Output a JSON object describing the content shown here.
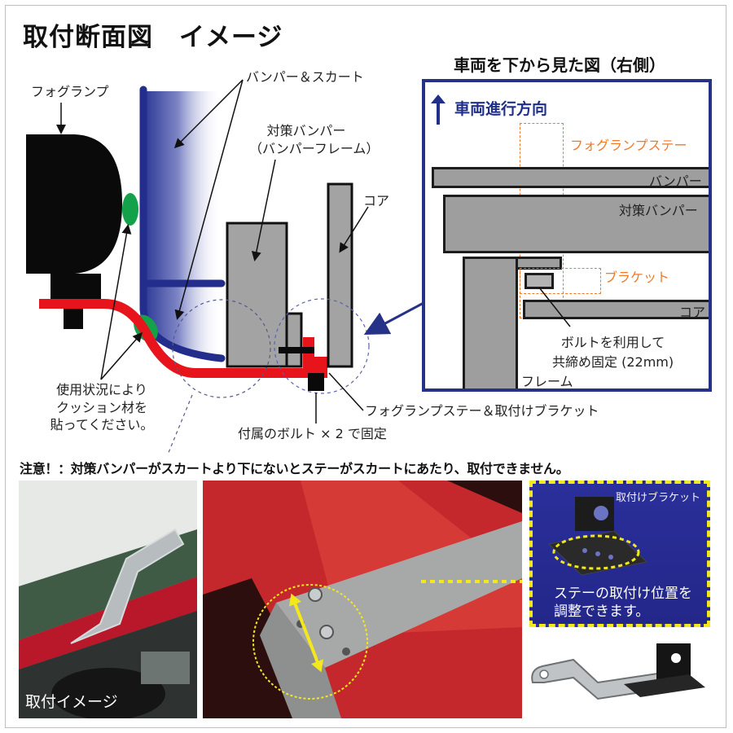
{
  "title": "取付断面図　イメージ",
  "labels": {
    "foglamp": "フォグランプ",
    "bumper_skirt": "バンパー＆スカート",
    "taisaku_line1": "対策バンパー",
    "taisaku_line2": "（バンパーフレーム）",
    "core": "コア",
    "cushion_line1": "使用状況により",
    "cushion_line2": "クッション材を",
    "cushion_line3": "貼ってください。",
    "bolt_fix": "付属のボルト × 2 で固定",
    "stay_bracket": "フォグランプステー＆取付けブラケット"
  },
  "panel": {
    "title": "車両を下から見た図（右側）",
    "direction": "車両進行方向",
    "foglamp_stay": "フォグランプステー",
    "bumper": "バンパー",
    "taisaku": "対策バンパー",
    "bracket": "ブラケット",
    "core": "コア",
    "bolt_line1": "ボルトを利用して",
    "bolt_line2": "共締め固定 (22mm)",
    "frame": "フレーム"
  },
  "warning": "注意！：対策バンパーがスカートより下にないとステーがスカートにあたり、取付できません。",
  "photos": {
    "install_caption": "取付イメージ",
    "bracket_title": "取付けブラケット",
    "adjust_line1": "ステーの取付け位置を",
    "adjust_line2": "調整できます。"
  },
  "colors": {
    "skirt_blue": "#232d8c",
    "stay_red": "#e8141c",
    "cushion_green": "#13a24a",
    "panel_border": "#263288",
    "highlight_orange": "#ef7a2a",
    "highlight_yellow": "#f2e81c"
  }
}
